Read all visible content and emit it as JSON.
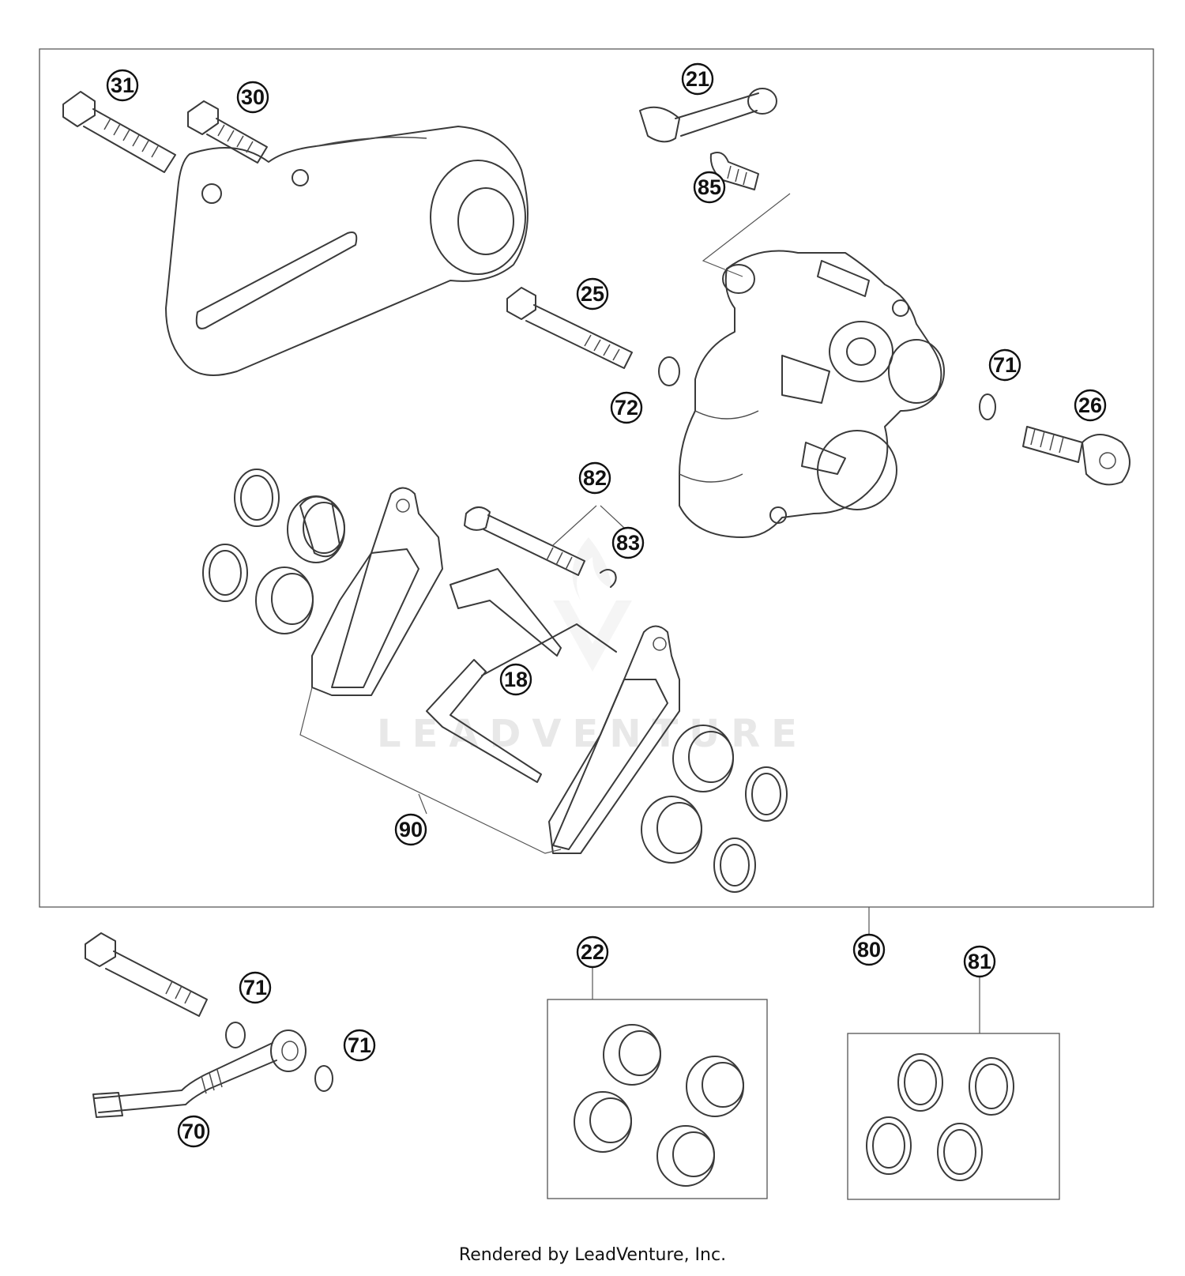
{
  "watermark": "LEADVENTURE",
  "footer": "Rendered by LeadVenture, Inc.",
  "callouts": [
    {
      "id": "c31",
      "label": "31"
    },
    {
      "id": "c30",
      "label": "30"
    },
    {
      "id": "c21",
      "label": "21"
    },
    {
      "id": "c85",
      "label": "85"
    },
    {
      "id": "c25",
      "label": "25"
    },
    {
      "id": "c72",
      "label": "72"
    },
    {
      "id": "c71a",
      "label": "71"
    },
    {
      "id": "c26",
      "label": "26"
    },
    {
      "id": "c82",
      "label": "82"
    },
    {
      "id": "c83",
      "label": "83"
    },
    {
      "id": "c18",
      "label": "18"
    },
    {
      "id": "c90",
      "label": "90"
    },
    {
      "id": "c80",
      "label": "80"
    },
    {
      "id": "c22",
      "label": "22"
    },
    {
      "id": "c81",
      "label": "81"
    },
    {
      "id": "c71b",
      "label": "71"
    },
    {
      "id": "c71c",
      "label": "71"
    },
    {
      "id": "c70",
      "label": "70"
    }
  ]
}
